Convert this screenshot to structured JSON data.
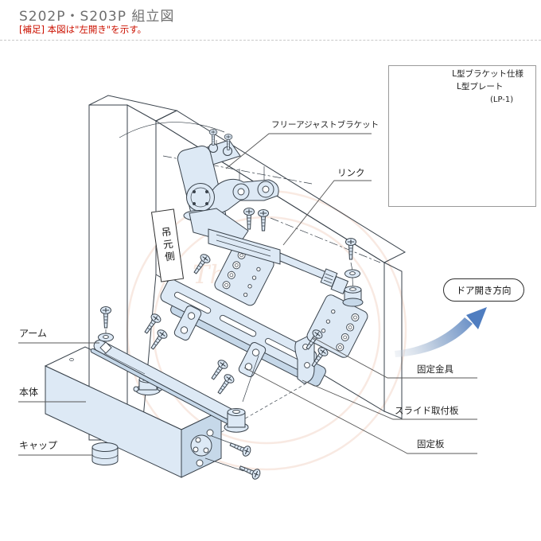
{
  "header": {
    "title": "S202P・S203P 組立図",
    "note": "[補足] 本図は\"左開き\"を示す。"
  },
  "inset": {
    "title": "L型ブラケット仕様",
    "plate": "L型プレート",
    "code": "(LP-1)"
  },
  "parts": {
    "free_adjust_bracket": "フリーアジャストブラケット",
    "link": "リンク",
    "hinge_side": "吊元側",
    "door_direction": "ドア開き方向",
    "arm": "アーム",
    "body": "本体",
    "cap": "キャップ",
    "fixing_bracket": "固定金具",
    "slide_plate": "スライド取付板",
    "fixing_plate": "固定板"
  },
  "colors": {
    "wall": "#d8b98d",
    "wallTop": "#e9d3ac",
    "wallDark": "#b5905d",
    "wallEnd": "#c9a877",
    "metal": "#dde9f5",
    "metalShade": "#c6d8e9",
    "outline": "#39424b",
    "leader": "#585858",
    "titleGray": "#6f6f6f",
    "noteRed": "#cc1100",
    "arrowBlue": "#4f7dc0",
    "watermark": "#f3d5c6"
  }
}
